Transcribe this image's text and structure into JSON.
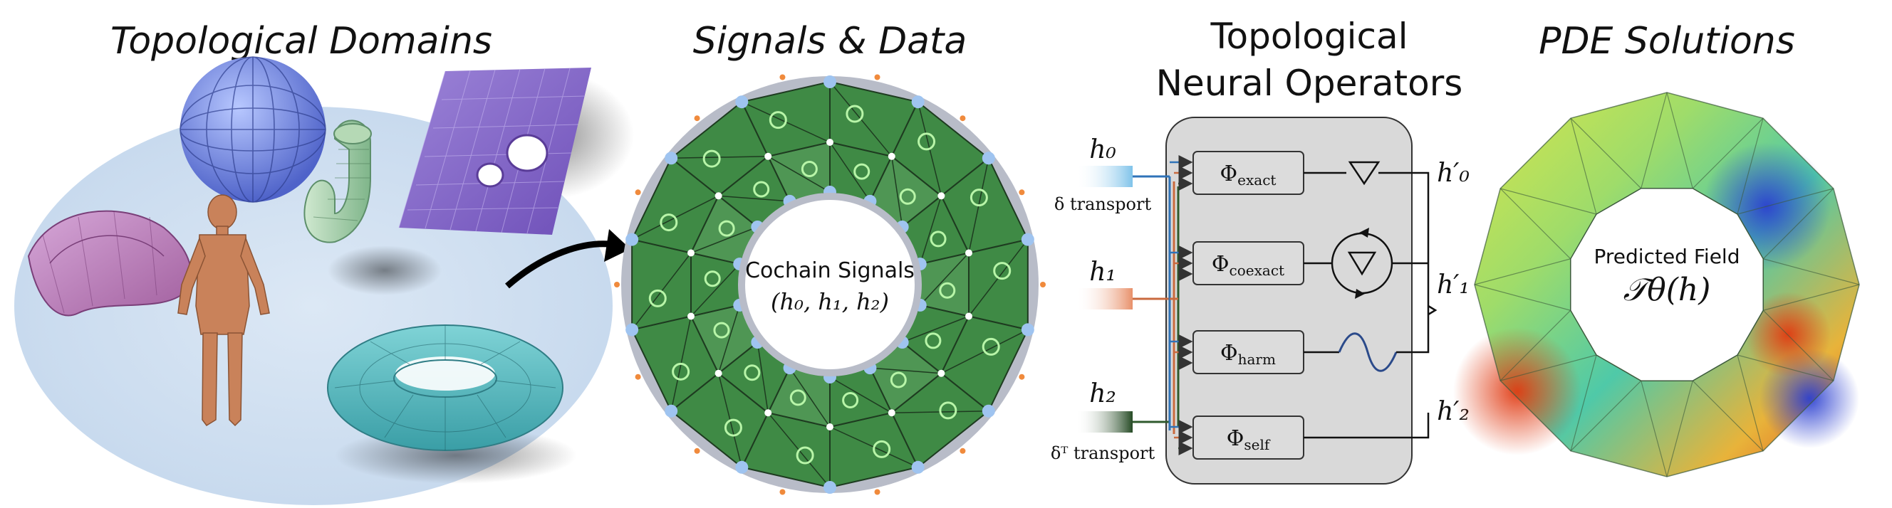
{
  "sections": {
    "domains": {
      "title": "Topological Domains"
    },
    "signals": {
      "title": "Signals & Data",
      "center_label": "Cochain Signals",
      "center_math": "(h₀, h₁, h₂)"
    },
    "operators": {
      "title_line1": "Topological",
      "title_line2": "Neural Operators",
      "inputs": [
        {
          "label": "h₀",
          "transport": "δ transport"
        },
        {
          "label": "h₁",
          "transport": ""
        },
        {
          "label": "h₂",
          "transport": "δᵀ transport"
        }
      ],
      "blocks": [
        {
          "base": "Φ",
          "sub": "exact",
          "op": "∇"
        },
        {
          "base": "Φ",
          "sub": "coexact",
          "op": "∇"
        },
        {
          "base": "Φ",
          "sub": "harm",
          "op": ""
        },
        {
          "base": "Φ",
          "sub": "self",
          "op": ""
        }
      ],
      "outputs": [
        "h′₀",
        "h′₁",
        "h′₂"
      ]
    },
    "solutions": {
      "title": "PDE Solutions",
      "center_label": "Predicted Field",
      "center_math": "𝒯θ(h)"
    }
  },
  "colors": {
    "h0": "#7fc3ea",
    "h1": "#e8906a",
    "h2": "#2f5a2d",
    "panel": "#d9d9d9",
    "ring_green": "#3f8a45",
    "ring_grey": "#b8bcc8",
    "node_blue": "#9fc4f0",
    "arrow_orange": "#f08a3c"
  }
}
